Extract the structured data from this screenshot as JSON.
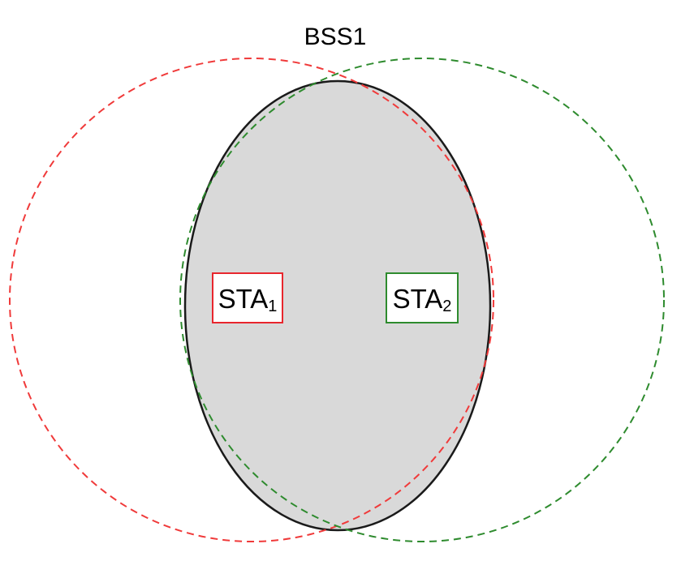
{
  "title": "BSS1",
  "stations": [
    {
      "name": "STA",
      "subscript": "1",
      "color": "#e8262d"
    },
    {
      "name": "STA",
      "subscript": "2",
      "color": "#2e8b2e"
    }
  ],
  "colors": {
    "bss_fill": "#d9d9d9",
    "bss_stroke": "#1a1a1a",
    "sta1_range": "#f03a3a",
    "sta2_range": "#2e8b2e"
  }
}
